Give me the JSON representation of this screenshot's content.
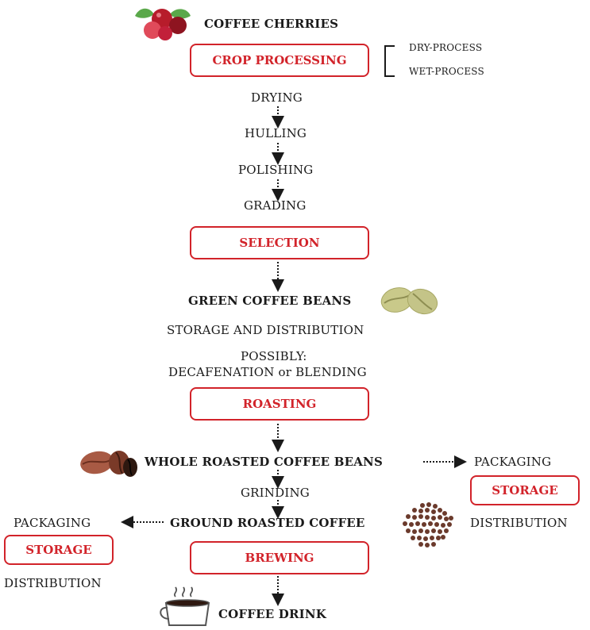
{
  "steps": {
    "coffee_cherries": "COFFEE CHERRIES",
    "crop_processing": "CROP PROCESSING",
    "dry_process": "DRY-PROCESS",
    "wet_process": "WET-PROCESS",
    "drying": "DRYING",
    "hulling": "HULLING",
    "polishing": "POLISHING",
    "grading": "GRADING",
    "selection": "SELECTION",
    "green_coffee_beans": "GREEN COFFEE BEANS",
    "storage_distribution": "STORAGE AND DISTRIBUTION",
    "possibly": "POSSIBLY:",
    "decaf_blending": "DECAFENATION or BLENDING",
    "roasting": "ROASTING",
    "whole_roasted": "WHOLE ROASTED COFFEE BEANS",
    "grinding": "GRINDING",
    "ground_roasted": "GROUND ROASTED COFFEE",
    "brewing": "BREWING",
    "coffee_drink": "COFFEE DRINK"
  },
  "right_branch": {
    "packaging": "PACKAGING",
    "storage": "STORAGE",
    "distribution": "DISTRIBUTION"
  },
  "left_branch": {
    "packaging": "PACKAGING",
    "storage": "STORAGE",
    "distribution": "DISTRIBUTION"
  },
  "colors": {
    "accent": "#d2232a",
    "text": "#1a1a1a",
    "green_bean": "#c9c98a",
    "roasted_bean": "#8a4a33",
    "ground_dots": "#6b3a2c"
  },
  "icons": [
    "coffee-cherries-icon",
    "green-beans-icon",
    "roasted-beans-icon",
    "ground-coffee-icon",
    "coffee-cup-icon"
  ]
}
